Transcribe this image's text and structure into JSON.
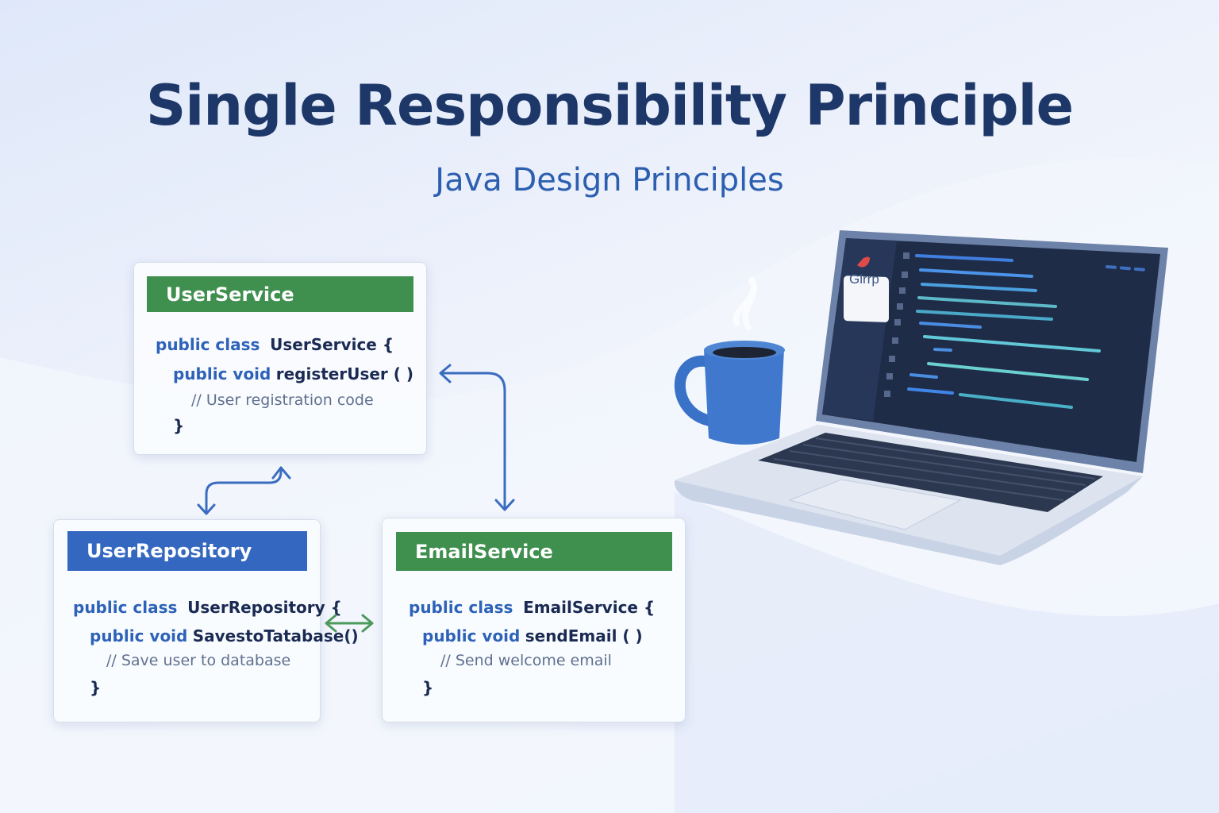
{
  "title": "Single Responsibility Principle",
  "subtitle": "Java Design Principles",
  "colors": {
    "title": "#1d3769",
    "accent_blue": "#3468c0",
    "accent_green": "#3f8f4e",
    "arrow_blue": "#3a6cc0",
    "arrow_green": "#4c9a5c"
  },
  "cards": [
    {
      "header": "UserService",
      "line1_kw": "public class",
      "line1_name": "UserService {",
      "line2_kw": "public void",
      "line2_name": "registerUser ( )",
      "comment": "// User registration code",
      "close": "}"
    },
    {
      "header": "UserRepository",
      "line1_kw": "public class",
      "line1_name": "UserRepository {",
      "line2_kw": "public void",
      "line2_name": "SavestoTatabase()",
      "comment": "// Save user to database",
      "close": "}"
    },
    {
      "header": "EmailService",
      "line1_kw": "public class",
      "line1_name": "EmailService {",
      "line2_kw": "public void",
      "line2_name": "sendEmail ( )",
      "comment": "// Send welcome email",
      "close": "}"
    }
  ],
  "laptop": {
    "logo_text": "Glrrp"
  }
}
